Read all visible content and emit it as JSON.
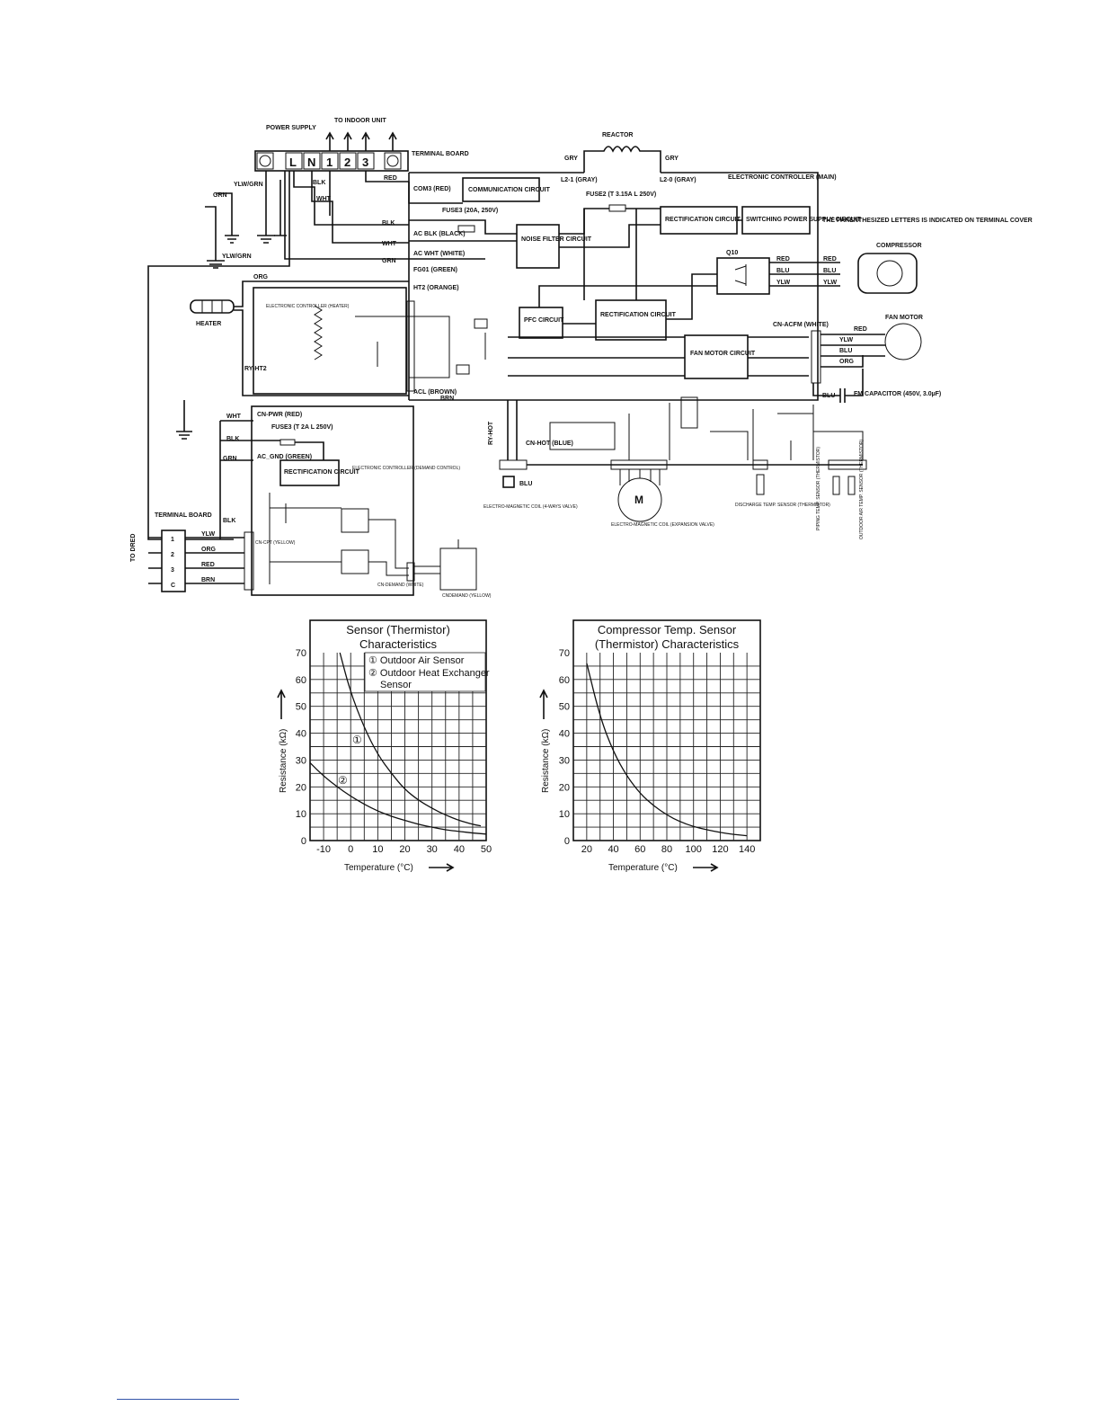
{
  "schematic": {
    "power_supply": "POWER SUPPLY",
    "to_indoor_unit": "TO INDOOR UNIT",
    "terminal_board": "TERMINAL BOARD",
    "terminals": [
      "L",
      "N",
      "1",
      "2",
      "3"
    ],
    "reactor": "REACTOR",
    "gry": "GRY",
    "l2_1": "L2-1 (GRAY)",
    "l2_0": "L2-0 (GRAY)",
    "electronic_controller_main": "ELECTRONIC CONTROLLER (MAIN)",
    "fuse2": "FUSE2 (T 3.15A L 250V)",
    "fuse3_top": "FUSE3 (20A, 250V)",
    "comm_circuit": "COMMUNICATION CIRCUIT",
    "com3": "COM3 (RED)",
    "noise_filter": "NOISE FILTER CIRCUIT",
    "rect_circuit_top": "RECTIFICATION CIRCUIT",
    "switching_power": "SWITCHING POWER SUPPLY CIRCUIT",
    "parenthesized_note": "THE PARENTHESIZED LETTERS IS INDICATED ON TERMINAL COVER",
    "compressor": "COMPRESSOR",
    "q10": "Q10",
    "pfc": "PFC CIRCUIT",
    "rect_circuit_mid": "RECTIFICATION CIRCUIT",
    "fan_motor_circuit": "FAN MOTOR CIRCUIT",
    "fan_motor": "FAN MOTOR",
    "cn_acfm": "CN-ACFM (WHITE)",
    "fm_capacitor": "FM CAPACITOR (450V, 3.0µF)",
    "heater": "HEATER",
    "ht2_orange": "HT2 (ORANGE)",
    "acl_brown": "ACL (BROWN)",
    "ac_blk": "AC BLK (BLACK)",
    "ac_wht": "AC WHT (WHITE)",
    "fg01": "FG01 (GREEN)",
    "ec_heater": "ELECTRONIC CONTROLLER (HEATER)",
    "ry_ht2": "RY-HT2",
    "cn_pwr": "CN-PWR (RED)",
    "fuse3_bottom": "FUSE3 (T 2A L 250V)",
    "ac_gnd": "AC_GND (GREEN)",
    "rect_circuit_bottom": "RECTIFICATION CIRCUIT",
    "ec_demand": "ELECTRONIC CONTROLLER (DEMAND CONTROL)",
    "terminal_board_left": "TERMINAL BOARD",
    "to_dred": "TO DRED",
    "dred_terms": [
      "1",
      "2",
      "3",
      "C"
    ],
    "dred_wires": [
      "YLW",
      "ORG",
      "RED",
      "BRN"
    ],
    "cn_cpt": "CN-CPT (YELLOW)",
    "cn_demand_white": "CN-DEMAND (WHITE)",
    "cn_demand_yellow": "CNDEMAND (YELLOW)",
    "ry_hot": "RY-HOT",
    "cn_hot": "CN-HOT (BLUE)",
    "coil_4way": "ELECTRO-MAGNETIC COIL (4-WAYS VALVE)",
    "coil_exp": "ELECTRO-MAGNETIC COIL (EXPANSION VALVE)",
    "discharge_sensor": "DISCHARGE TEMP. SENSOR (THERMISTOR)",
    "piping_sensor": "PIPING TEMP. SENSOR (THERMISTOR)",
    "outdoor_air_sensor": "OUTDOOR AIR TEMP. SENSOR (THERMISTOR)",
    "wire_colors": [
      "RED",
      "BLU",
      "YLW",
      "BLK",
      "WHT",
      "GRN",
      "ORG",
      "BRN",
      "YLW/GRN"
    ]
  },
  "chart_data": [
    {
      "type": "line",
      "title": "Sensor (Thermistor) Characteristics",
      "xlabel": "Temperature (°C)",
      "ylabel": "Resistance (kΩ)",
      "xlim": [
        -15,
        50
      ],
      "ylim": [
        0,
        70
      ],
      "xticks": [
        -10,
        0,
        10,
        20,
        30,
        40,
        50
      ],
      "yticks": [
        0,
        10,
        20,
        30,
        40,
        50,
        60,
        70
      ],
      "legend": [
        "① Outdoor Air Sensor",
        "② Outdoor Heat Exchanger Sensor"
      ],
      "series": [
        {
          "name": "① Outdoor Air Sensor",
          "x": [
            -4,
            0,
            5,
            10,
            15,
            20,
            25,
            30,
            35,
            40,
            45,
            48
          ],
          "y": [
            70,
            55,
            42,
            32,
            25,
            19,
            15,
            12,
            9.5,
            7.5,
            6,
            5.5
          ]
        },
        {
          "name": "② Outdoor Heat Exchanger Sensor",
          "x": [
            -15,
            -10,
            -5,
            0,
            5,
            10,
            15,
            20,
            25,
            30,
            35,
            40,
            45,
            50
          ],
          "y": [
            29,
            24,
            20,
            16.5,
            13.5,
            11,
            9,
            7.5,
            6,
            5,
            4,
            3.4,
            2.8,
            2.4
          ]
        }
      ],
      "annotations": [
        "①",
        "②"
      ]
    },
    {
      "type": "line",
      "title": "Compressor Temp. Sensor (Thermistor) Characteristics",
      "xlabel": "Temperature (°C)",
      "ylabel": "Resistance (kΩ)",
      "xlim": [
        10,
        150
      ],
      "ylim": [
        0,
        70
      ],
      "xticks": [
        20,
        40,
        60,
        80,
        100,
        120,
        140
      ],
      "yticks": [
        0,
        10,
        20,
        30,
        40,
        50,
        60,
        70
      ],
      "series": [
        {
          "name": "",
          "x": [
            20,
            30,
            40,
            50,
            60,
            70,
            80,
            90,
            100,
            110,
            120,
            130,
            140
          ],
          "y": [
            66,
            46,
            33,
            24,
            17.5,
            13,
            9.5,
            7,
            5.2,
            4,
            3,
            2.3,
            1.8
          ]
        }
      ]
    }
  ]
}
